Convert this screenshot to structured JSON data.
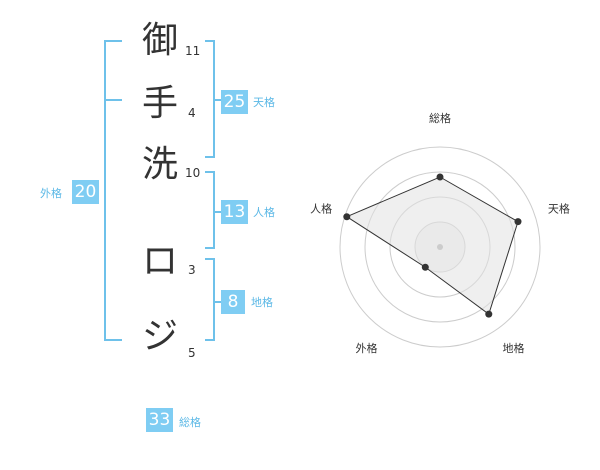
{
  "name": {
    "chars": [
      {
        "char": "御",
        "strokes": "11"
      },
      {
        "char": "手",
        "strokes": "4"
      },
      {
        "char": "洗",
        "strokes": "10"
      },
      {
        "char": "ロ",
        "strokes": "3"
      },
      {
        "char": "ジ",
        "strokes": "5"
      }
    ]
  },
  "scores": {
    "tenkaku": {
      "value": "25",
      "label": "天格"
    },
    "jinkaku": {
      "value": "13",
      "label": "人格"
    },
    "chikaku": {
      "value": "8",
      "label": "地格"
    },
    "gaikaku": {
      "value": "20",
      "label": "外格"
    },
    "soukaku": {
      "value": "33",
      "label": "総格"
    }
  },
  "colors": {
    "accent": "#7fcdf3",
    "bracket": "#6ec1ea",
    "grid": "#cccccc",
    "fill": "#eeeeee"
  },
  "chart_data": {
    "type": "radar",
    "axes": [
      "総格",
      "天格",
      "地格",
      "外格",
      "人格"
    ],
    "values": [
      0.7,
      0.82,
      0.83,
      0.25,
      0.98
    ],
    "max": 1,
    "rings": 4
  }
}
